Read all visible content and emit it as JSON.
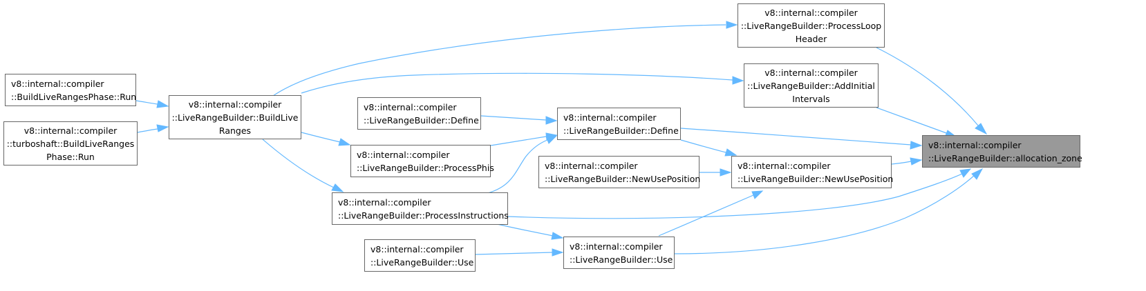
{
  "nodes": [
    {
      "id": "allocation_zone",
      "lines": [
        "v8::internal::compiler",
        "::LiveRangeBuilder::allocation_zone"
      ],
      "focus": true
    },
    {
      "id": "process_loop_header",
      "lines": [
        "v8::internal::compiler",
        "::LiveRangeBuilder::ProcessLoop",
        "Header"
      ]
    },
    {
      "id": "add_initial_intervals",
      "lines": [
        "v8::internal::compiler",
        "::LiveRangeBuilder::AddInitial",
        "Intervals"
      ]
    },
    {
      "id": "define_mid",
      "lines": [
        "v8::internal::compiler",
        "::LiveRangeBuilder::Define"
      ]
    },
    {
      "id": "new_use_position_mid",
      "lines": [
        "v8::internal::compiler",
        "::LiveRangeBuilder::NewUsePosition"
      ]
    },
    {
      "id": "use_mid",
      "lines": [
        "v8::internal::compiler",
        "::LiveRangeBuilder::Use"
      ]
    },
    {
      "id": "process_instructions",
      "lines": [
        "v8::internal::compiler",
        "::LiveRangeBuilder::ProcessInstructions"
      ]
    },
    {
      "id": "build_live_ranges",
      "lines": [
        "v8::internal::compiler",
        "::LiveRangeBuilder::BuildLive",
        "Ranges"
      ]
    },
    {
      "id": "define_left",
      "lines": [
        "v8::internal::compiler",
        "::LiveRangeBuilder::Define"
      ]
    },
    {
      "id": "process_phis",
      "lines": [
        "v8::internal::compiler",
        "::LiveRangeBuilder::ProcessPhis"
      ]
    },
    {
      "id": "new_use_position_left",
      "lines": [
        "v8::internal::compiler",
        "::LiveRangeBuilder::NewUsePosition"
      ]
    },
    {
      "id": "use_left",
      "lines": [
        "v8::internal::compiler",
        "::LiveRangeBuilder::Use"
      ]
    },
    {
      "id": "build_live_ranges_phase_run",
      "lines": [
        "v8::internal::compiler",
        "::BuildLiveRangesPhase::Run"
      ]
    },
    {
      "id": "turboshaft_build_live_ranges_phase_run",
      "lines": [
        "v8::internal::compiler",
        "::turboshaft::BuildLiveRanges",
        "Phase::Run"
      ]
    }
  ],
  "edge_color": "#63b8ff",
  "focus_color": "#999999"
}
